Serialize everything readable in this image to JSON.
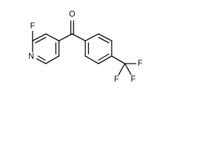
{
  "molecule": {
    "atoms": {
      "fluoro_top": "F",
      "pyridine_nitrogen": "N",
      "carbonyl_oxygen": "O",
      "cf3_fluorine_1": "F",
      "cf3_fluorine_2": "F",
      "cf3_fluorine_3": "F"
    }
  }
}
